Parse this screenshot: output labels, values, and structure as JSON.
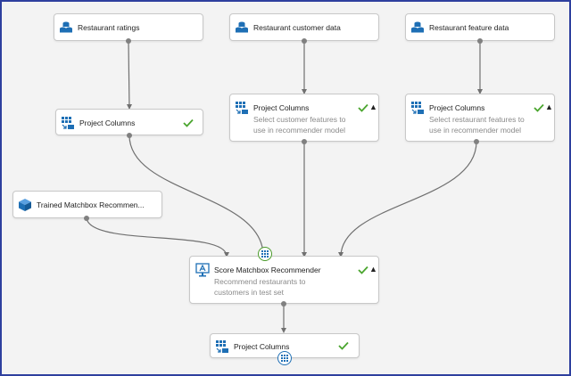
{
  "colors": {
    "canvas_border": "#2e3f9e",
    "check": "#4aa52e",
    "icon_blue": "#1e6fb5",
    "wire": "#707070"
  },
  "modules": {
    "ratings": {
      "title": "Restaurant ratings",
      "icon": "dataset-icon"
    },
    "customer_data": {
      "title": "Restaurant customer data",
      "icon": "dataset-icon"
    },
    "feature_data": {
      "title": "Restaurant feature data",
      "icon": "dataset-icon"
    },
    "project_cols_1": {
      "title": "Project Columns",
      "icon": "project-columns-icon",
      "status": "check"
    },
    "project_cols_2": {
      "title": "Project Columns",
      "desc_line1": "Select customer features to",
      "desc_line2": "use in recommender model",
      "icon": "project-columns-icon",
      "status": "check"
    },
    "project_cols_3": {
      "title": "Project Columns",
      "desc_line1": "Select restaurant features to",
      "desc_line2": "use in recommender model",
      "icon": "project-columns-icon",
      "status": "check"
    },
    "trained_model": {
      "title": "Trained Matchbox Recommen...",
      "icon": "trained-model-icon"
    },
    "score": {
      "title": "Score Matchbox Recommender",
      "desc_line1": "Recommend restaurants to",
      "desc_line2": "customers in test set",
      "icon": "score-icon",
      "status": "check"
    },
    "project_cols_4": {
      "title": "Project Columns",
      "icon": "project-columns-icon",
      "status": "check"
    }
  }
}
